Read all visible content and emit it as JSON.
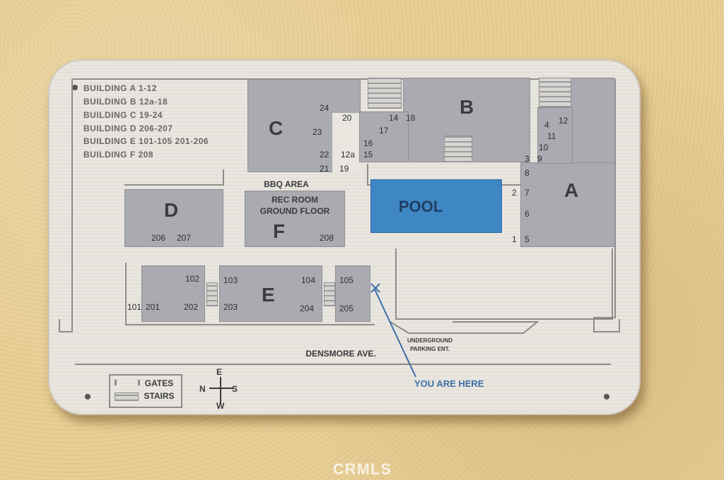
{
  "legend": [
    "BUILDING A 1-12",
    "BUILDING B 12a-18",
    "BUILDING C 19-24",
    "BUILDING D 206-207",
    "BUILDING E 101-105 201-206",
    "BUILDING F 208"
  ],
  "buildings": {
    "A": "A",
    "B": "B",
    "C": "C",
    "D": "D",
    "E": "E",
    "F": "F"
  },
  "areas": {
    "pool": "POOL",
    "bbq": "BBQ AREA",
    "rec_room_1": "REC ROOM",
    "rec_room_2": "GROUND FLOOR",
    "street": "DENSMORE AVE.",
    "parking_1": "UNDERGROUND",
    "parking_2": "PARKING ENT.",
    "you_are_here": "YOU ARE HERE"
  },
  "units": {
    "u24": "24",
    "u20": "20",
    "u23": "23",
    "u22": "22",
    "u12a": "12a",
    "u21": "21",
    "u19": "19",
    "u16": "16",
    "u15": "15",
    "u17": "17",
    "u14": "14",
    "u18": "18",
    "u12": "12",
    "u4": "4",
    "u11": "11",
    "u10": "10",
    "u3": "3",
    "u9": "9",
    "u8": "8",
    "u2": "2",
    "u7": "7",
    "u6": "6",
    "u1": "1",
    "u5": "5",
    "u206": "206",
    "u207": "207",
    "u208": "208",
    "u102": "102",
    "u103": "103",
    "u104": "104",
    "u105": "105",
    "u101": "101",
    "u201": "201",
    "u202": "202",
    "u203": "203",
    "u204": "204",
    "u205": "205"
  },
  "key": {
    "gates": "GATES",
    "stairs": "STAIRS"
  },
  "compass": {
    "n": "N",
    "s": "S",
    "e": "E",
    "w": "W"
  },
  "watermark": "CRMLS",
  "colors": {
    "building": "#a9abb0",
    "pool": "#3f86c4",
    "wall": "#e8cf95",
    "plaque": "#e9e5df",
    "here": "#3b6fa8"
  }
}
